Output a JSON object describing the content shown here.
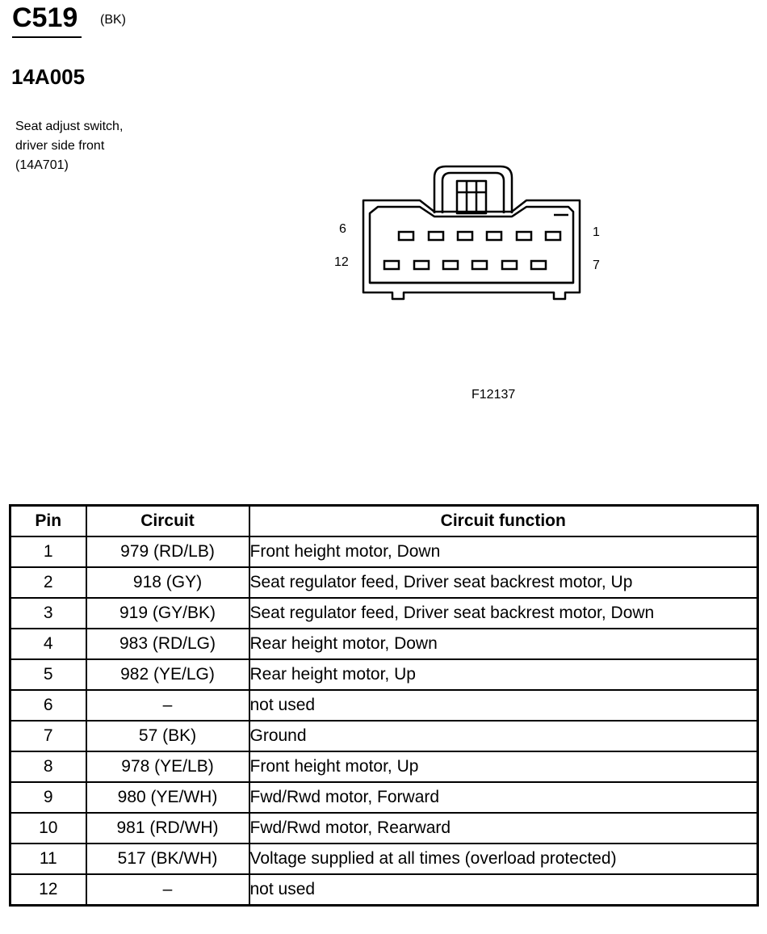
{
  "header": {
    "connector_id": "C519",
    "connector_color": "(BK)",
    "part_number": "14A005",
    "description_lines": [
      "Seat adjust switch,",
      "driver side front",
      "(14A701)"
    ]
  },
  "diagram": {
    "pin_labels": {
      "top_left": "6",
      "top_right": "1",
      "bottom_left": "12",
      "bottom_right": "7"
    },
    "figure_id": "F12137"
  },
  "table": {
    "headers": [
      "Pin",
      "Circuit",
      "Circuit function"
    ],
    "rows": [
      {
        "pin": "1",
        "circuit": "979 (RD/LB)",
        "function": "Front height motor, Down"
      },
      {
        "pin": "2",
        "circuit": "918 (GY)",
        "function": "Seat regulator feed, Driver seat backrest motor, Up"
      },
      {
        "pin": "3",
        "circuit": "919 (GY/BK)",
        "function": "Seat regulator feed, Driver seat backrest motor, Down"
      },
      {
        "pin": "4",
        "circuit": "983 (RD/LG)",
        "function": "Rear height motor, Down"
      },
      {
        "pin": "5",
        "circuit": "982 (YE/LG)",
        "function": "Rear height motor, Up"
      },
      {
        "pin": "6",
        "circuit": "–",
        "function": "not used"
      },
      {
        "pin": "7",
        "circuit": "57 (BK)",
        "function": "Ground"
      },
      {
        "pin": "8",
        "circuit": "978 (YE/LB)",
        "function": "Front height motor, Up"
      },
      {
        "pin": "9",
        "circuit": "980 (YE/WH)",
        "function": "Fwd/Rwd motor, Forward"
      },
      {
        "pin": "10",
        "circuit": "981 (RD/WH)",
        "function": "Fwd/Rwd motor, Rearward"
      },
      {
        "pin": "11",
        "circuit": "517 (BK/WH)",
        "function": "Voltage supplied at all times (overload protected)"
      },
      {
        "pin": "12",
        "circuit": "–",
        "function": "not used"
      }
    ]
  }
}
